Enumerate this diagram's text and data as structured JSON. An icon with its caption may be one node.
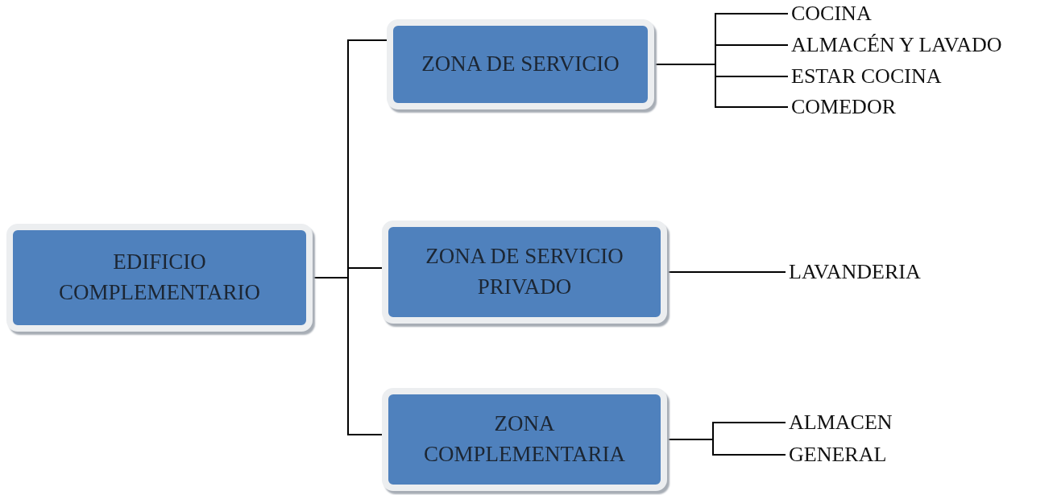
{
  "diagram": {
    "nodes": [
      {
        "text": [
          "EDIFICIO COMPLEMENTARIO"
        ]
      },
      {
        "text": [
          "ZONA DE SERVICIO"
        ]
      },
      {
        "text": [
          "ZONA DE SERVICIO PRIVADO"
        ]
      },
      {
        "text": [
          "ZONA COMPLEMENTARIA"
        ]
      },
      {
        "text": [
          "COCINA"
        ]
      },
      {
        "text": [
          "ALMACÉN Y LAVADO"
        ]
      },
      {
        "text": [
          "ESTAR COCINA"
        ]
      },
      {
        "text": [
          "COMEDOR"
        ]
      },
      {
        "text": [
          "LAVANDERIA"
        ]
      },
      {
        "text": [
          "ALMACEN"
        ]
      },
      {
        "text": [
          "GENERAL"
        ]
      }
    ],
    "edges": [
      {
        "from": 0,
        "to": 1,
        "arrow": "none"
      },
      {
        "from": 0,
        "to": 2,
        "arrow": "none"
      },
      {
        "from": 0,
        "to": 3,
        "arrow": "none"
      },
      {
        "from": 1,
        "to": 4,
        "arrow": "none"
      },
      {
        "from": 1,
        "to": 5,
        "arrow": "none"
      },
      {
        "from": 1,
        "to": 6,
        "arrow": "none"
      },
      {
        "from": 1,
        "to": 7,
        "arrow": "none"
      },
      {
        "from": 2,
        "to": 8,
        "arrow": "none"
      },
      {
        "from": 3,
        "to": 9,
        "arrow": "none"
      },
      {
        "from": 3,
        "to": 10,
        "arrow": "none"
      }
    ]
  }
}
